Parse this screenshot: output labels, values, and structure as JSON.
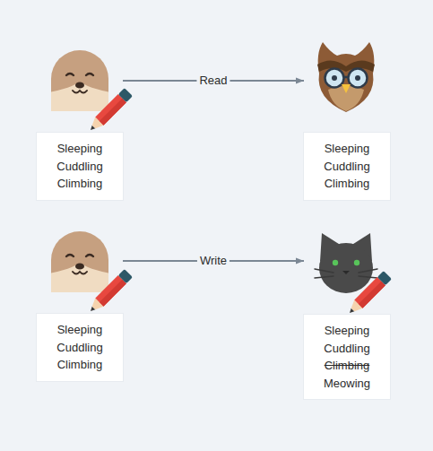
{
  "diagram": {
    "nodes": [
      {
        "text": [
          "Sleeping",
          "Cuddling",
          "Climbing"
        ]
      },
      {
        "text": [
          "Sleeping",
          "Cuddling",
          "Climbing"
        ]
      },
      {
        "text": [
          "Sleeping",
          "Cuddling",
          "Climbing"
        ]
      },
      {
        "text": [
          "Sleeping",
          "Cuddling",
          "Climbing",
          "Meowing"
        ]
      }
    ],
    "edges": [
      {
        "from": 0,
        "to": 1,
        "arrow": "to",
        "label": "Read"
      },
      {
        "from": 2,
        "to": 3,
        "arrow": "to",
        "label": "Write"
      }
    ]
  }
}
